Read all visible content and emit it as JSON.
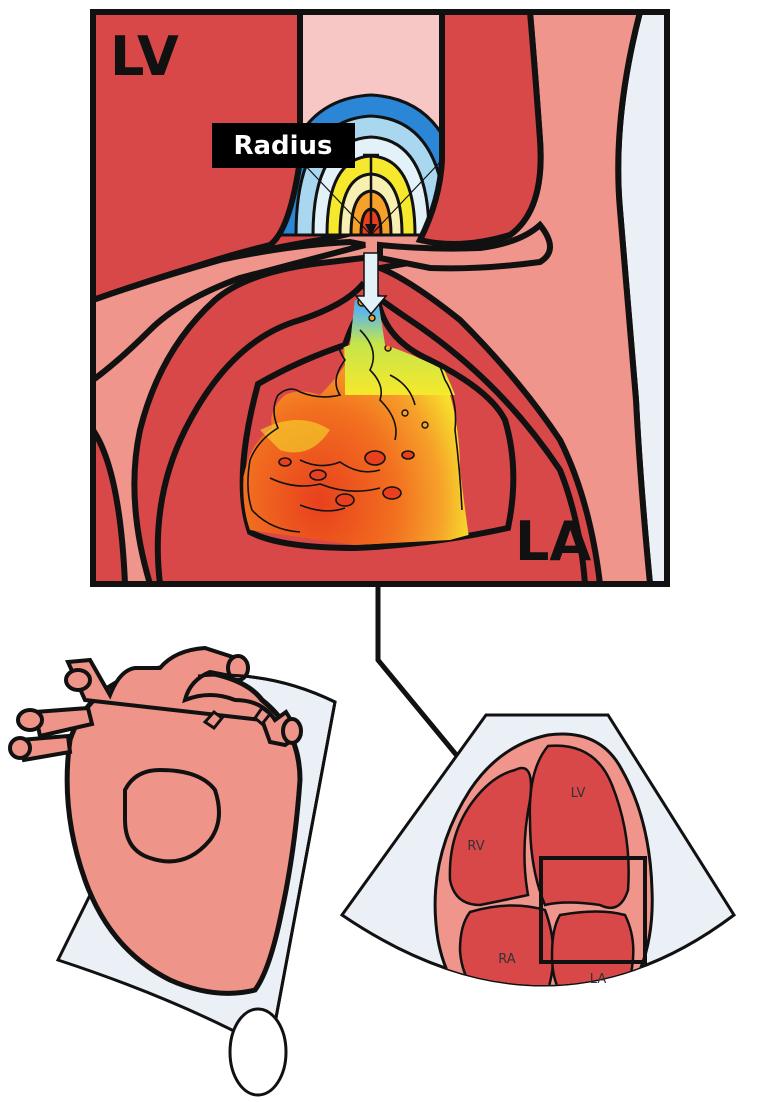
{
  "labels": {
    "zoom_lv": "LV",
    "zoom_la": "LA",
    "radius": "Radius",
    "echo_lv": "LV",
    "echo_rv": "RV",
    "echo_ra": "RA",
    "echo_la": "LA"
  },
  "colors": {
    "myocardium": "#d94848",
    "wall_light": "#ef958b",
    "sector_bg": "#eaf0f6",
    "outline": "#111111",
    "heart_body": "#ee9489",
    "flow_red": "#e8401e",
    "flow_orange": "#f6a12a",
    "flow_yellow": "#f6e82c",
    "flow_green": "#9ed84a",
    "flow_blue": "#2c86d6",
    "pisa_light_blue": "#a9d7f0",
    "label_box": "#000000",
    "label_text": "#ffffff"
  },
  "icons": [
    "radius-arrow-icon",
    "flow-direction-arrow-icon"
  ]
}
